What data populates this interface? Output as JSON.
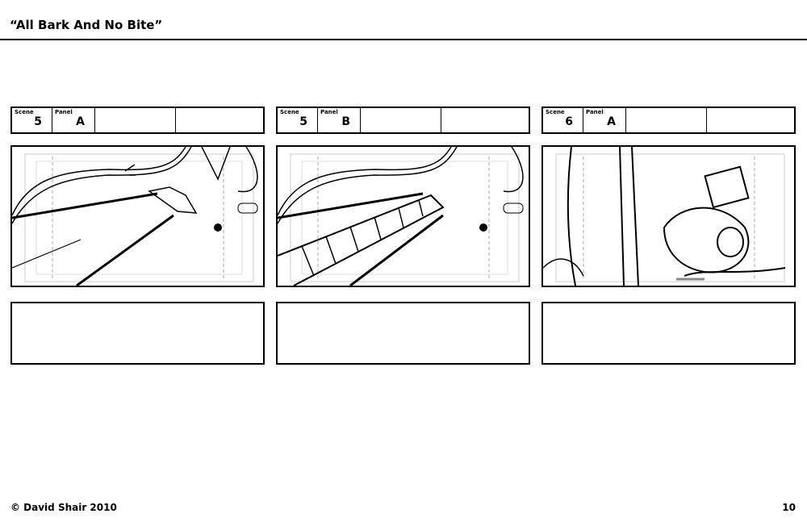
{
  "page": {
    "title": "“All Bark And No Bite”",
    "copyright": "© David Shair 2010",
    "page_number": "10"
  },
  "panels": [
    {
      "scene_label": "Scene",
      "scene": "5",
      "panel_label": "Panel",
      "panel": "A"
    },
    {
      "scene_label": "Scene",
      "scene": "5",
      "panel_label": "Panel",
      "panel": "B"
    },
    {
      "scene_label": "Scene",
      "scene": "6",
      "panel_label": "Panel",
      "panel": "A"
    }
  ]
}
